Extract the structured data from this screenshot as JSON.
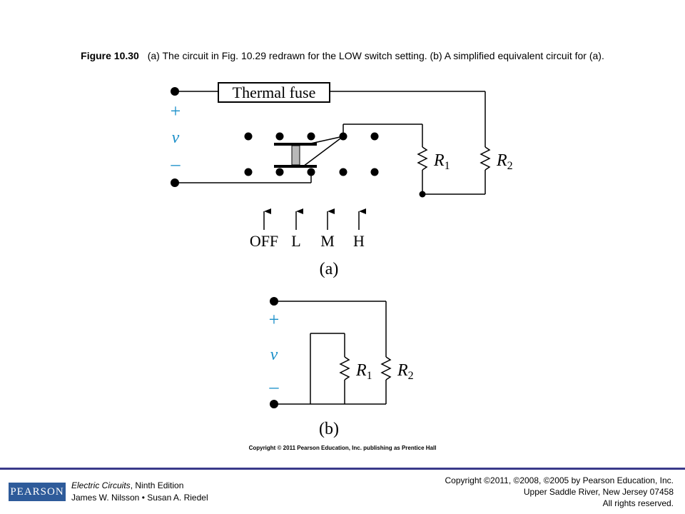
{
  "caption": {
    "label": "Figure 10.30",
    "text": "(a) The circuit in Fig. 10.29 redrawn for the LOW switch setting. (b) A simplified equivalent circuit for (a)."
  },
  "diagram_a": {
    "fuse_label": "Thermal fuse",
    "plus": "+",
    "v": "v",
    "minus": "–",
    "r1": "R",
    "r1_sub": "1",
    "r2": "R",
    "r2_sub": "2",
    "positions": [
      "OFF",
      "L",
      "M",
      "H"
    ],
    "part_label": "(a)"
  },
  "diagram_b": {
    "plus": "+",
    "v": "v",
    "minus": "–",
    "r1": "R",
    "r1_sub": "1",
    "r2": "R",
    "r2_sub": "2",
    "part_label": "(b)"
  },
  "figure_copyright": "Copyright © 2011 Pearson Education, Inc. publishing as Prentice Hall",
  "footer": {
    "logo": "PEARSON",
    "book_title": "Electric Circuits",
    "book_edition": ", Ninth Edition",
    "authors": "James W. Nilsson • Susan A. Riedel",
    "copyright_line1": "Copyright ©2011, ©2008, ©2005 by Pearson Education, Inc.",
    "copyright_line2": "Upper Saddle River, New Jersey 07458",
    "copyright_line3": "All rights reserved."
  },
  "colors": {
    "wire": "#000000",
    "polarity": "#1a8fc9",
    "footer_bar": "#3a3a8a",
    "logo_bg": "#2e5b9a"
  }
}
